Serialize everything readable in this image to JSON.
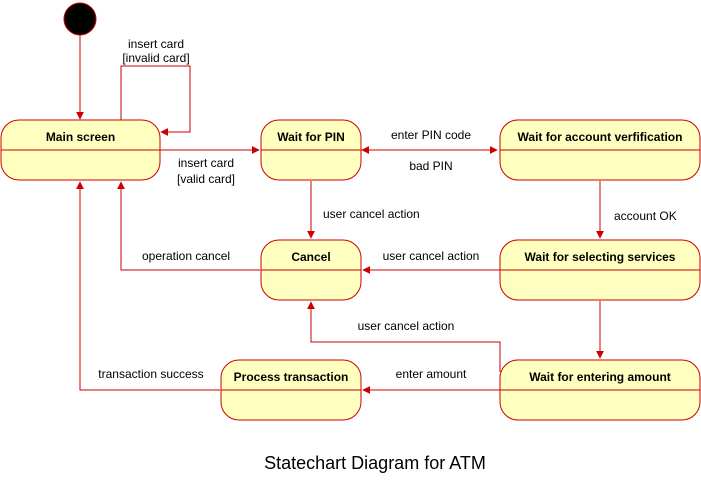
{
  "colors": {
    "state_fill": "#ffffc0",
    "stroke": "#cc0000",
    "initial_fill": "#000000",
    "text": "#000000"
  },
  "title": "Statechart Diagram for ATM",
  "states": {
    "main_screen": "Main screen",
    "wait_pin": "Wait for PIN",
    "wait_verification": "Wait for account verfification",
    "cancel": "Cancel",
    "wait_services": "Wait for selecting services",
    "process_transaction": "Process transaction",
    "wait_amount": "Wait for entering amount"
  },
  "transitions": {
    "invalid_card": [
      "insert card",
      "[invalid card]"
    ],
    "valid_card": [
      "insert card",
      "[valid card]"
    ],
    "enter_pin": "enter PIN code",
    "bad_pin": "bad PIN",
    "pin_cancel": "user cancel action",
    "account_ok": "account OK",
    "operation_cancel": "operation cancel",
    "services_cancel": "user cancel action",
    "amount_cancel": "user cancel action",
    "enter_amount": "enter amount",
    "transaction_success": "transaction success"
  }
}
